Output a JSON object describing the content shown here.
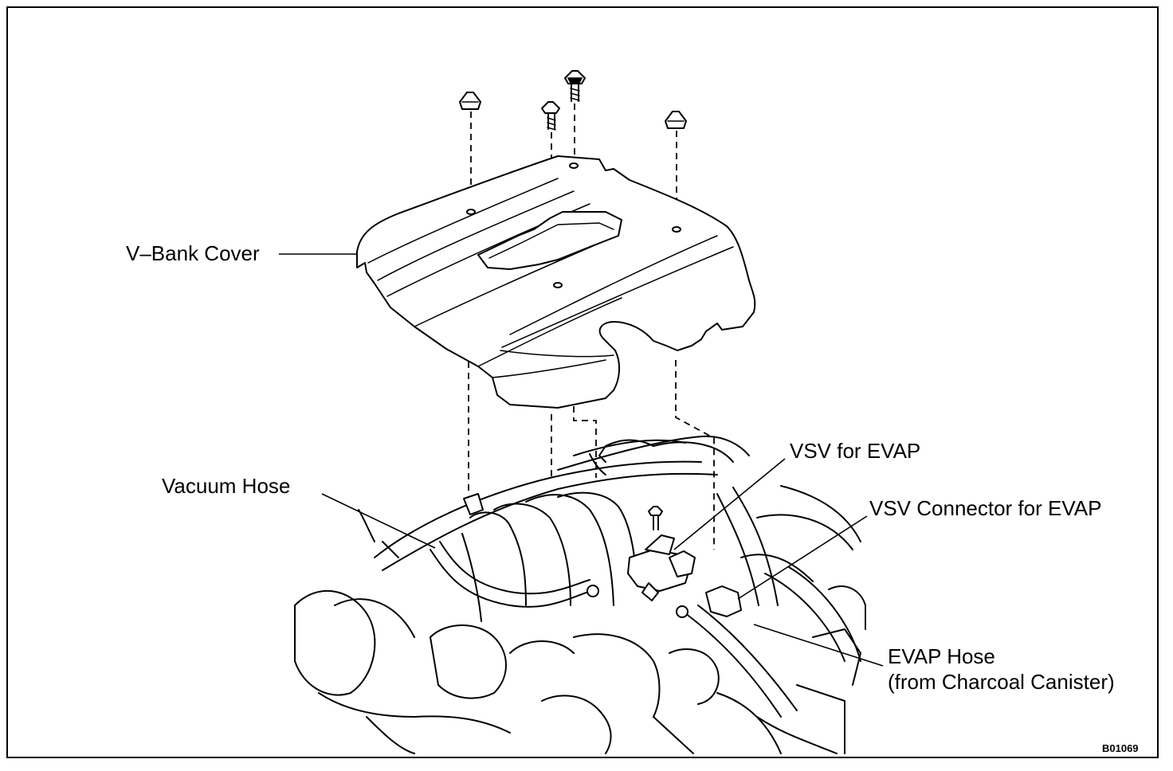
{
  "labels": {
    "v_bank_cover": "V–Bank Cover",
    "vacuum_hose": "Vacuum Hose",
    "vsv_for_evap": "VSV for EVAP",
    "vsv_connector": "VSV Connector for EVAP",
    "evap_hose_line1": "EVAP Hose",
    "evap_hose_line2": "(from Charcoal Canister)"
  },
  "figure_code": "B01069"
}
